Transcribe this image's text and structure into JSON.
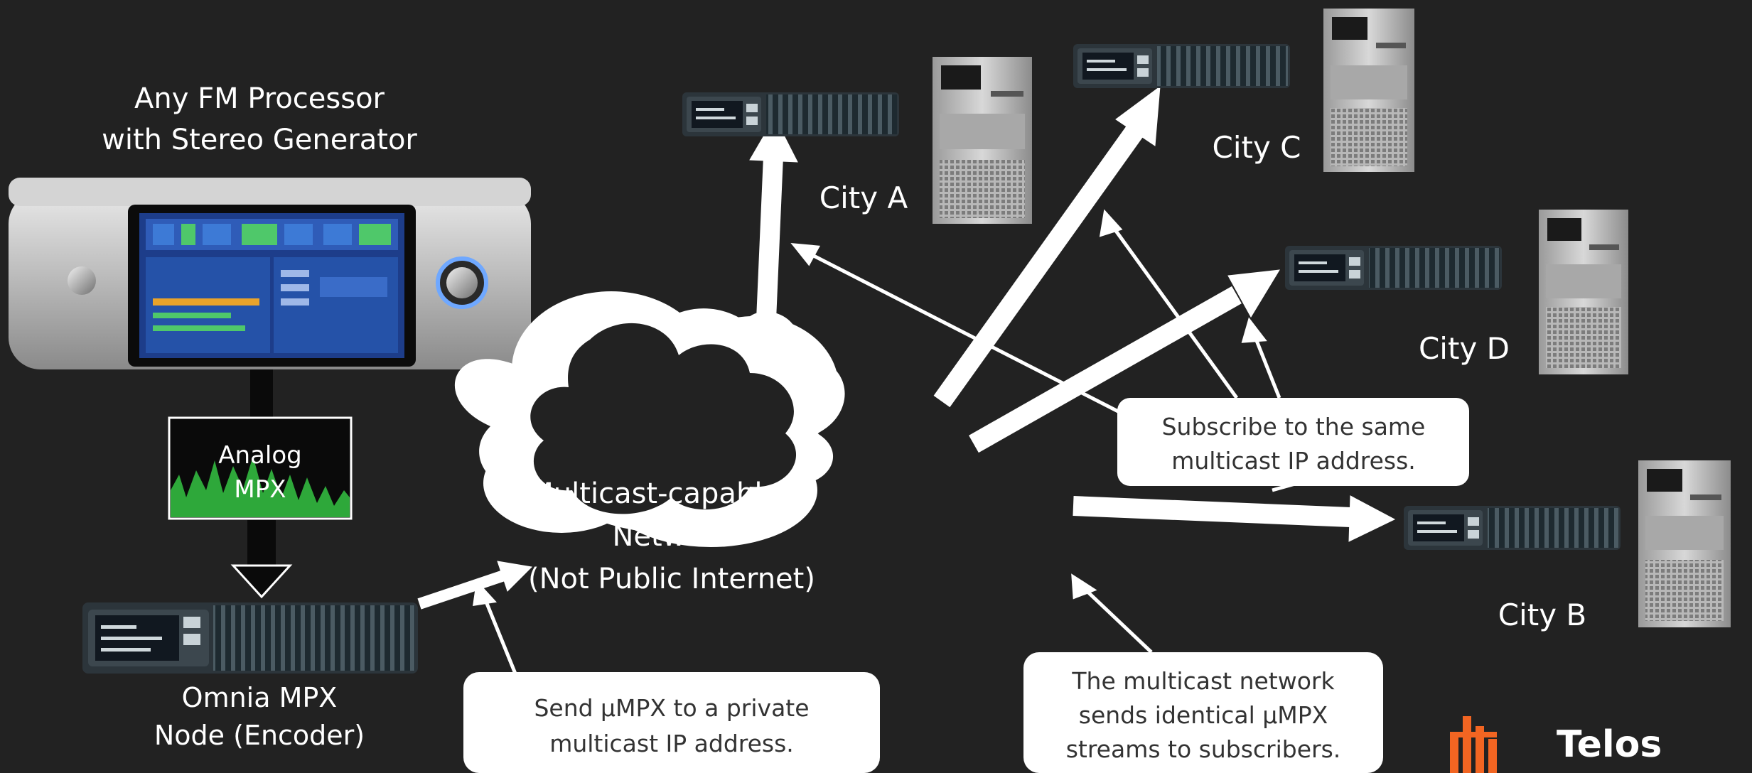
{
  "processor": {
    "title_line1": "Any FM Processor",
    "title_line2": "with Stereo Generator"
  },
  "analog_mpx": {
    "line1": "Analog",
    "line2": "MPX"
  },
  "encoder": {
    "line1": "Omnia MPX",
    "line2": "Node (Encoder)"
  },
  "cloud": {
    "line1": "Multicast-capable IP",
    "line2": "Network",
    "line3": "(Not Public Internet)"
  },
  "cities": {
    "a": "City A",
    "b": "City B",
    "c": "City C",
    "d": "City D"
  },
  "callouts": {
    "send_line1": "Send μMPX to a private",
    "send_line2": "multicast IP address.",
    "subscribe_line1": "Subscribe to the same",
    "subscribe_line2": "multicast IP address.",
    "network_line1": "The multicast network",
    "network_line2": "sends identical μMPX",
    "network_line3": "streams to subscribers."
  },
  "brand": {
    "name": "Telos",
    "logo_color": "#f26522"
  },
  "colors": {
    "background": "#222222",
    "cloud_fill": "#ffffff",
    "arrow": "#ffffff",
    "waveform": "#2ea83a",
    "processor_screen": "#1d3d8a"
  }
}
